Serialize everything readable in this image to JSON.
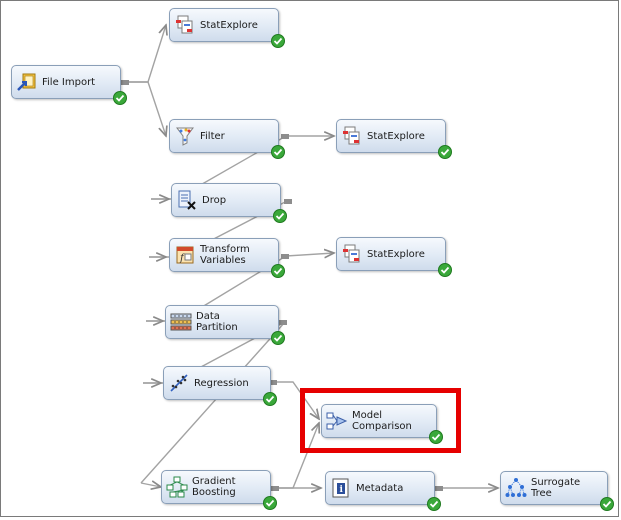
{
  "diagram": {
    "nodes": {
      "file_import": "File Import",
      "statexplore_1": "StatExplore",
      "filter": "Filter",
      "statexplore_2": "StatExplore",
      "drop": "Drop",
      "transform": "Transform\nVariables",
      "statexplore_3": "StatExplore",
      "data_partition": "Data Partition",
      "regression": "Regression",
      "model_comparison": "Model\nComparison",
      "gradient_boosting": "Gradient\nBoosting",
      "metadata": "Metadata",
      "surrogate_tree": "Surrogate Tree"
    },
    "status_icon": "green-check-icon",
    "highlight_color": "#e60000",
    "node_fill": "#dfe8f3",
    "edge_color": "#9a9a9a"
  }
}
